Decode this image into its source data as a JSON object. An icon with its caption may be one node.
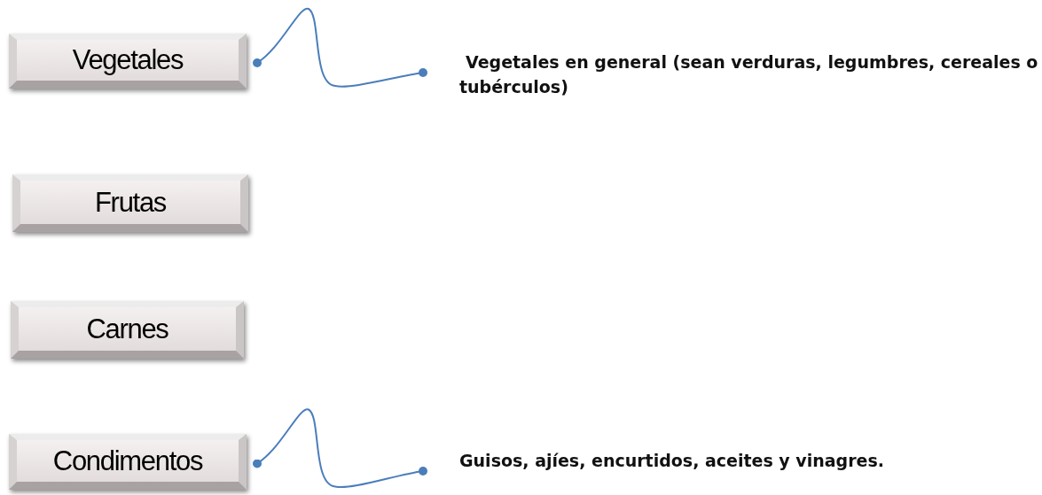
{
  "diagram": {
    "nodes": [
      {
        "text": [
          "Vegetales"
        ]
      },
      {
        "text": [
          "Frutas"
        ]
      },
      {
        "text": [
          "Carnes"
        ]
      },
      {
        "text": [
          "Condimentos"
        ]
      },
      {
        "text": [
          "Vegetales en general (sean verduras, legumbres, cereales o tubérculos)"
        ]
      },
      {
        "text": [
          "Guisos, ajíes, encurtidos, aceites y vinagres."
        ]
      }
    ],
    "edges": [
      {
        "from": 0,
        "to": 4,
        "arrow": "other"
      },
      {
        "from": 3,
        "to": 5,
        "arrow": "other"
      }
    ]
  }
}
